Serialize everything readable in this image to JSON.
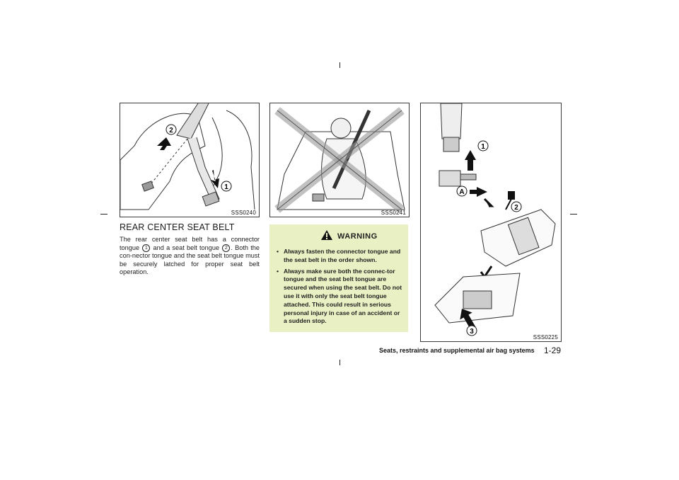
{
  "figures": [
    {
      "code": "SSS0240",
      "callouts": [
        "2",
        "1"
      ]
    },
    {
      "code": "SSS0241"
    },
    {
      "code": "SSS0225",
      "callouts": [
        "1",
        "A",
        "2",
        "3"
      ]
    }
  ],
  "section": {
    "title": "REAR CENTER SEAT BELT",
    "para_part1": "The rear center seat belt has a connector tongue",
    "callout_1": "1",
    "para_part2": "and a seat belt tongue",
    "callout_2": "2",
    "para_part3": ". Both the con-nector tongue and the seat belt tongue must be securely latched for proper seat belt operation."
  },
  "warning": {
    "title": "WARNING",
    "items": [
      "Always fasten the connector tongue and the seat belt in the order shown.",
      "Always make sure both the connec-tor tongue and the seat belt tongue are secured when using the seat belt. Do not use it with only the seat belt tongue attached. This could result in serious personal injury in case of an accident or a sudden stop."
    ]
  },
  "footer": {
    "section_name": "Seats, restraints and supplemental air bag systems",
    "page": "1-29"
  },
  "colors": {
    "warning_bg": "#e9f1c4",
    "border": "#3a3a3a"
  }
}
